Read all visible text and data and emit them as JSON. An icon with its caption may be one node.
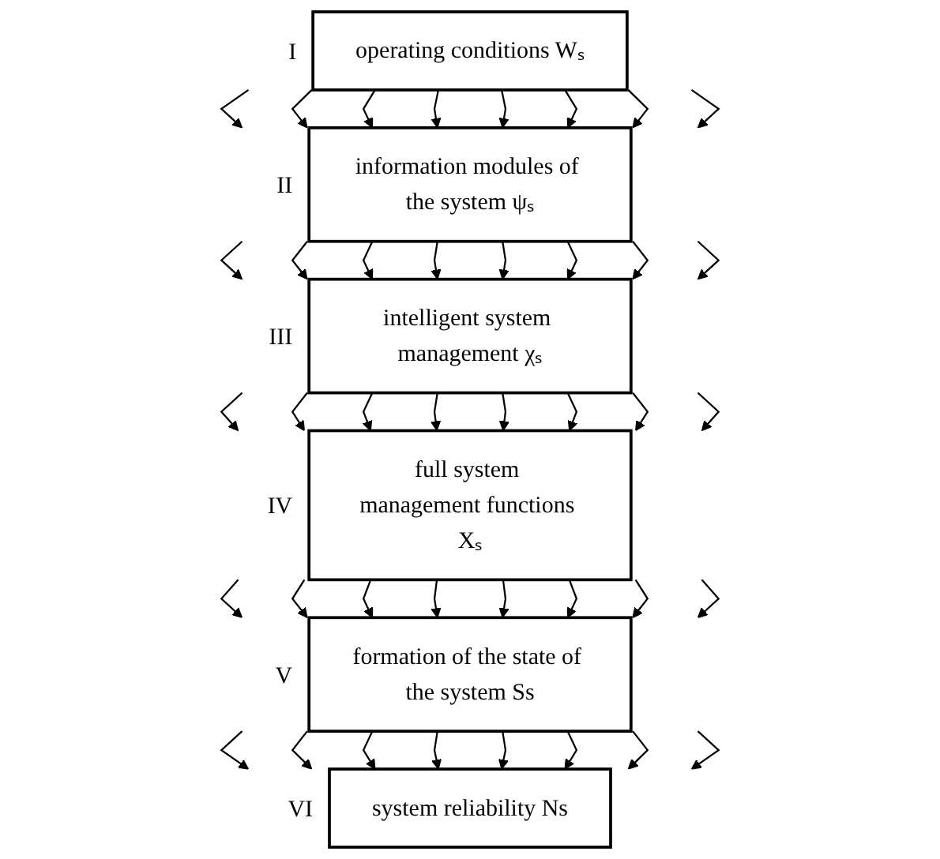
{
  "diagram": {
    "nodes": [
      {
        "text": [
          "operating conditions Wₛ"
        ],
        "beside": [
          "I"
        ]
      },
      {
        "text": [
          "information modules of the system ψₛ"
        ],
        "beside": [
          "II"
        ]
      },
      {
        "text": [
          "intelligent system management χₛ"
        ],
        "beside": [
          "III"
        ]
      },
      {
        "text": [
          "full system management functions Xₛ"
        ],
        "beside": [
          "IV"
        ]
      },
      {
        "text": [
          "formation of the state of the system Ss"
        ],
        "beside": [
          "V"
        ]
      },
      {
        "text": [
          "system reliability Ns"
        ],
        "beside": [
          "VI"
        ]
      }
    ],
    "edges": [
      {
        "from": 0,
        "to": 1,
        "arrow": "to"
      },
      {
        "from": 0,
        "to": 1,
        "arrow": "to"
      },
      {
        "from": 0,
        "to": 1,
        "arrow": "to"
      },
      {
        "from": 0,
        "to": 1,
        "arrow": "to"
      },
      {
        "from": 0,
        "to": 1,
        "arrow": "to"
      },
      {
        "from": 0,
        "to": 1,
        "arrow": "to"
      },
      {
        "from": 0,
        "to": 1,
        "arrow": "to"
      },
      {
        "from": 0,
        "to": 1,
        "arrow": "to"
      },
      {
        "from": 1,
        "to": 2,
        "arrow": "to"
      },
      {
        "from": 1,
        "to": 2,
        "arrow": "to"
      },
      {
        "from": 1,
        "to": 2,
        "arrow": "to"
      },
      {
        "from": 1,
        "to": 2,
        "arrow": "to"
      },
      {
        "from": 1,
        "to": 2,
        "arrow": "to"
      },
      {
        "from": 1,
        "to": 2,
        "arrow": "to"
      },
      {
        "from": 1,
        "to": 2,
        "arrow": "to"
      },
      {
        "from": 1,
        "to": 2,
        "arrow": "to"
      },
      {
        "from": 2,
        "to": 3,
        "arrow": "to"
      },
      {
        "from": 2,
        "to": 3,
        "arrow": "to"
      },
      {
        "from": 2,
        "to": 3,
        "arrow": "to"
      },
      {
        "from": 2,
        "to": 3,
        "arrow": "to"
      },
      {
        "from": 2,
        "to": 3,
        "arrow": "to"
      },
      {
        "from": 2,
        "to": 3,
        "arrow": "to"
      },
      {
        "from": 2,
        "to": 3,
        "arrow": "to"
      },
      {
        "from": 2,
        "to": 3,
        "arrow": "to"
      },
      {
        "from": 3,
        "to": 4,
        "arrow": "to"
      },
      {
        "from": 3,
        "to": 4,
        "arrow": "to"
      },
      {
        "from": 3,
        "to": 4,
        "arrow": "to"
      },
      {
        "from": 3,
        "to": 4,
        "arrow": "to"
      },
      {
        "from": 3,
        "to": 4,
        "arrow": "to"
      },
      {
        "from": 3,
        "to": 4,
        "arrow": "to"
      },
      {
        "from": 3,
        "to": 4,
        "arrow": "to"
      },
      {
        "from": 3,
        "to": 4,
        "arrow": "to"
      },
      {
        "from": 4,
        "to": 5,
        "arrow": "to"
      },
      {
        "from": 4,
        "to": 5,
        "arrow": "to"
      },
      {
        "from": 4,
        "to": 5,
        "arrow": "to"
      },
      {
        "from": 4,
        "to": 5,
        "arrow": "to"
      },
      {
        "from": 4,
        "to": 5,
        "arrow": "to"
      },
      {
        "from": 4,
        "to": 5,
        "arrow": "to"
      },
      {
        "from": 4,
        "to": 5,
        "arrow": "to"
      },
      {
        "from": 4,
        "to": 5,
        "arrow": "to"
      }
    ]
  }
}
